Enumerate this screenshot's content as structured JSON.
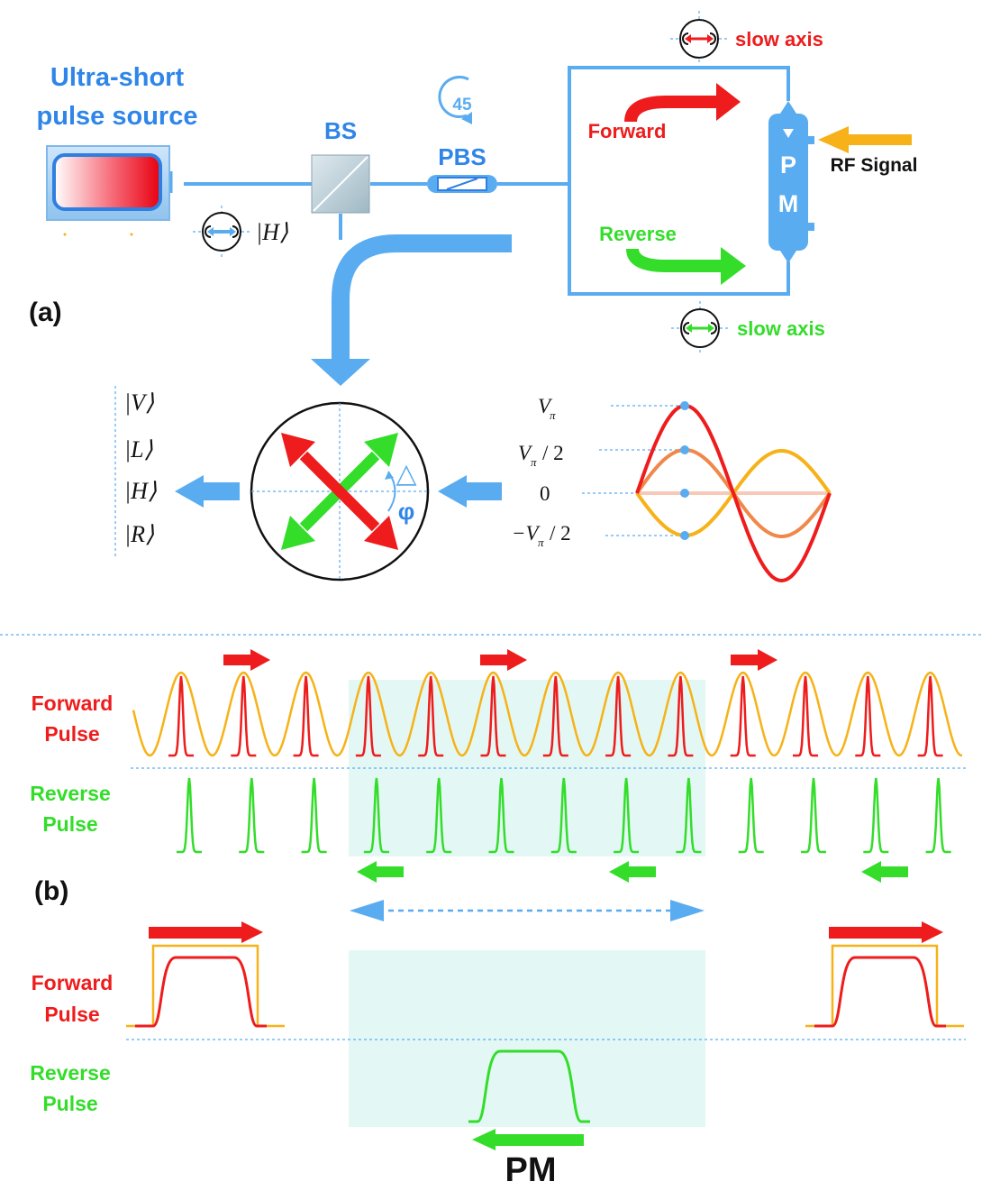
{
  "colors": {
    "blue": "#5aacf0",
    "blue_text": "#2f86e8",
    "red": "#ee1c1c",
    "green": "#33dd2a",
    "orange": "#f6b218",
    "dark_orange": "#f0884a",
    "pink": "#f7c9b6",
    "cyan_band": "#e3f8f5",
    "text_black": "#111111"
  },
  "setup": {
    "source_label_1": "Ultra-short",
    "source_label_2": "pulse source",
    "bs_label": "BS",
    "pbs_label": "PBS",
    "rotator_value": "45",
    "forward_label": "Forward",
    "reverse_label": "Reverse",
    "pm_letter_p": "P",
    "pm_letter_m": "M",
    "rf_label": "RF Signal",
    "slow_axis_top": "slow axis",
    "slow_axis_bottom": "slow axis",
    "h_state": "|H⟩"
  },
  "panel_a_label": "(a)",
  "panel_b_label": "(b)",
  "states": [
    "|V⟩",
    "|L⟩",
    "|H⟩",
    "|R⟩"
  ],
  "circle": {
    "delta_symbol": "△",
    "phi_symbol": "φ"
  },
  "voltage_levels": {
    "v_pi": "V",
    "v_pi_sub": "π",
    "v_half": "/ 2",
    "zero": "0",
    "neg_prefix": "−V"
  },
  "panel_b": {
    "forward_label_1": "Forward",
    "forward_label_2": "Pulse",
    "reverse_label_1": "Reverse",
    "reverse_label_2": "Pulse",
    "forward_label_3": "Forward",
    "forward_label_4": "Pulse",
    "reverse_label_3": "Reverse",
    "reverse_label_4": "Pulse",
    "pm_label": "PM"
  }
}
